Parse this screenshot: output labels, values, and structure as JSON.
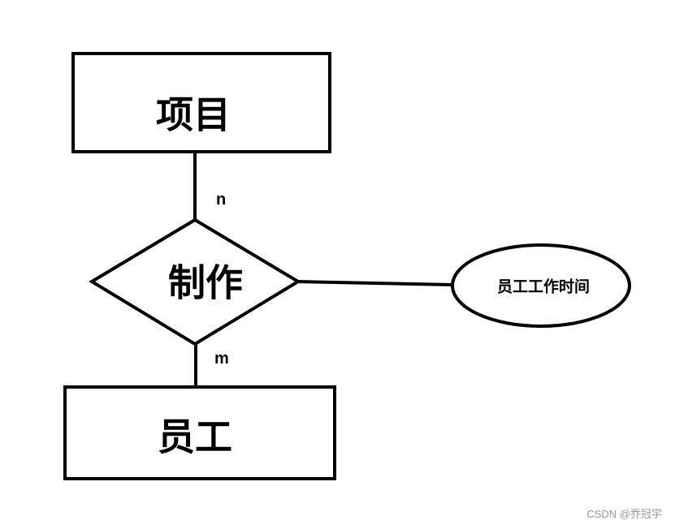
{
  "diagram": {
    "entities": {
      "project": {
        "label": "项目"
      },
      "employee": {
        "label": "员工"
      }
    },
    "relationship": {
      "label": "制作"
    },
    "attribute": {
      "label": "员工工作时间"
    },
    "cardinality": {
      "project_side": "n",
      "employee_side": "m"
    }
  },
  "watermark": {
    "text": "CSDN @乔冠宇"
  },
  "colors": {
    "stroke": "#000000",
    "fill": "#ffffff",
    "watermark": "#9a9a9a"
  }
}
